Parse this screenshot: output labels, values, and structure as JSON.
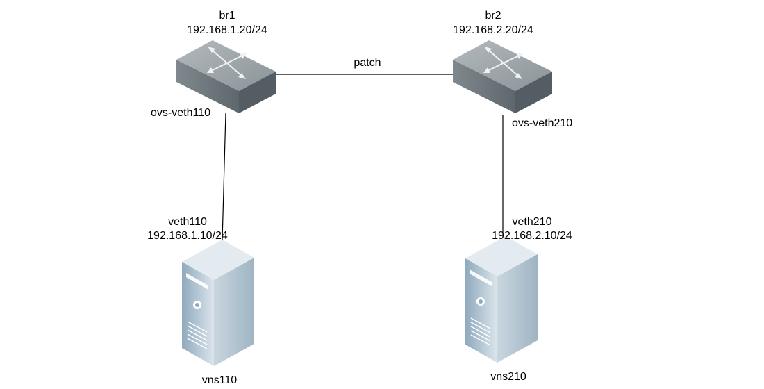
{
  "switches": [
    {
      "name": "br1",
      "ip": "192.168.1.20/24",
      "port": "ovs-veth110"
    },
    {
      "name": "br2",
      "ip": "192.168.2.20/24",
      "port": "ovs-veth210"
    }
  ],
  "link_label": "patch",
  "servers": [
    {
      "iface": "veth110",
      "ip": "192.168.1.10/24",
      "name": "vns110"
    },
    {
      "iface": "veth210",
      "ip": "192.168.2.10/24",
      "name": "vns210"
    }
  ],
  "colors": {
    "switch_top": "#9aa3a8",
    "switch_front": "#6c767c",
    "switch_side": "#56606a",
    "server_front": "#b9cbd8",
    "server_side": "#7d98ac",
    "line": "#000000"
  }
}
